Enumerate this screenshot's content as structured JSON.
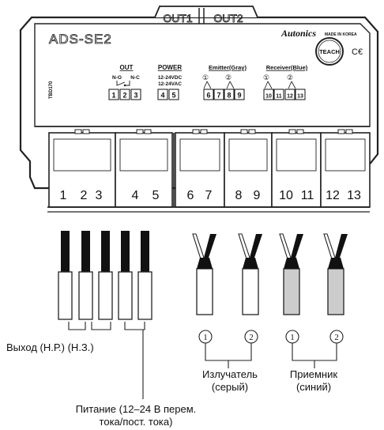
{
  "device": {
    "model": "ADS-SE2",
    "out1": "OUT1",
    "out2": "OUT2",
    "brand": "Autonics",
    "made_in": "MADE IN KOREA",
    "teach": "TEACH",
    "ce_mark": "C€",
    "side_code": "TBD170",
    "out_label": "OUT",
    "no_label": "N-O",
    "nc_label": "N-C",
    "power_label": "POWER",
    "power_spec_dc": "12-24VDC",
    "power_spec_ac": "12-24VAC",
    "emitter_label": "Emitter(Gray)",
    "receiver_label": "Receiver(Blue)",
    "circled_1": "①",
    "circled_2": "②",
    "top_terminals": [
      "1",
      "2",
      "3",
      "4",
      "5",
      "6",
      "7",
      "8",
      "9",
      "10",
      "11",
      "12",
      "13"
    ],
    "bottom_terminals": [
      "1",
      "2",
      "3",
      "4",
      "5",
      "6",
      "7",
      "8",
      "9",
      "10",
      "11",
      "12",
      "13"
    ]
  },
  "wiring": {
    "emitter_1": "1",
    "emitter_2": "2",
    "receiver_1": "1",
    "receiver_2": "2",
    "output_label": "Выход (Н.Р.) (Н.З.)",
    "emitter_label_line1": "Излучатель",
    "emitter_label_line2": "(серый)",
    "receiver_label_line1": "Приемник",
    "receiver_label_line2": "(синий)",
    "power_label_line1": "Питание (12–24 В перем.",
    "power_label_line2": "тока/пост. тока)"
  }
}
